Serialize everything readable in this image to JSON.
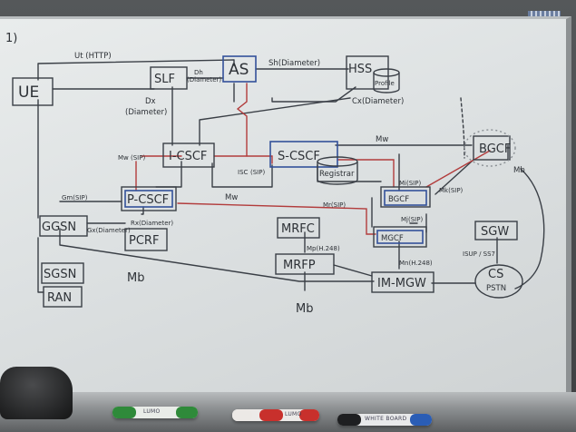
{
  "nodes": {
    "ue": "UE",
    "slf": "SLF",
    "as": "AS",
    "hss": "HSS",
    "profile": "Profile",
    "icscf": "I-CSCF",
    "scscf": "S-CSCF",
    "registrar": "Registrar",
    "bgcf": "BGCF",
    "pcscf": "P-CSCF",
    "ggsn": "GGSN",
    "pcrf": "PCRF",
    "mrfc": "MRFC",
    "mrfp": "MRFP",
    "bgcf2": "BGCF",
    "mgcf": "MGCF",
    "sgw": "SGW",
    "cs": "CS",
    "pstn": "PSTN",
    "immgw": "IM-MGW",
    "sgsn": "SGSN",
    "ran": "RAN"
  },
  "interfaces": {
    "ut": "Ut (HTTP)",
    "sh": "Sh(Diameter)",
    "dh": "Dh",
    "dh_proto": "(Diameter)",
    "dx": "Dx",
    "dx_proto": "(Diameter)",
    "cx": "Cx(Diameter)",
    "mw1": "Mw",
    "mw_sip": "(SIP)",
    "isc": "ISC",
    "isc_sip": "(SIP)",
    "mw2": "Mw",
    "mw3": "Mw",
    "gm": "Gm(SIP)",
    "gx": "Gx(Diameter)",
    "rx": "Rx(Diameter)",
    "mr": "Mr(SIP)",
    "mi": "Mi(SIP)",
    "mj": "Mj(SIP)",
    "mk": "Mk(SIP)",
    "mp": "Mp(H.248)",
    "mn": "Mn(H.248)",
    "isup": "ISUP / SS7",
    "mb1": "Mb",
    "mb2": "Mb",
    "mb3": "Mb",
    "corner": "1)"
  },
  "markers": {
    "green_label": "LUMO",
    "red_label": "LUMO",
    "black_label": "WHITE BOARD"
  },
  "colors": {
    "ink": "#3a3f46",
    "red_ink": "#b23c3c",
    "blue_ink": "#33519a"
  }
}
